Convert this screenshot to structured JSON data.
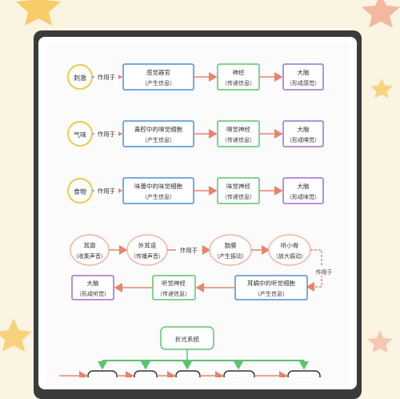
{
  "row1": {
    "circle": "刺激",
    "arrow": "作用于",
    "box1": [
      "感觉器官",
      "（产生信息）"
    ],
    "box2": [
      "神经",
      "（传递信息）"
    ],
    "box3": [
      "大脑",
      "（形成感觉）"
    ]
  },
  "row2": {
    "circle": "气味",
    "arrow": "作用于",
    "box1": [
      "鼻腔中的嗅觉细胞",
      "（产生信息）"
    ],
    "box2": [
      "嗅觉神经",
      "（传递信息）"
    ],
    "box3": [
      "大脑",
      "（形成嗅觉）"
    ]
  },
  "row3": {
    "circle": "食物",
    "arrow": "作用于",
    "box1": [
      "味蕾中的味觉细胞",
      "（产生信息）"
    ],
    "box2": [
      "味觉神经",
      "（传递信息）"
    ],
    "box3": [
      "大脑",
      "（形成味觉）"
    ]
  },
  "hearing": {
    "n1": [
      "耳廓",
      "（收集声音）"
    ],
    "n2": [
      "外耳道",
      "（传播声音）"
    ],
    "arrow": "作用于",
    "n3": [
      "鼓膜",
      "（产生振动）"
    ],
    "n4": [
      "听小骨",
      "（放大振动）"
    ],
    "side": "作用于",
    "b1": [
      "耳蜗中的听觉细胞",
      "（产生信息）"
    ],
    "b2": [
      "听觉神经",
      "（传递信息）"
    ],
    "b3": [
      "大脑",
      "（形成听觉）"
    ]
  },
  "vision": {
    "root": "折光系统"
  },
  "colors": {
    "yellow": "#f2c94c",
    "blue": "#4a90d9",
    "green": "#5cc46b",
    "purple": "#9b6fd1",
    "salmon": "#e9836b",
    "background": "#fbf4e3"
  }
}
